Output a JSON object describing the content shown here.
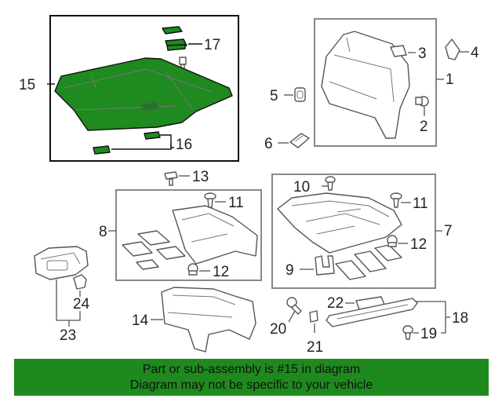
{
  "callouts": {
    "c1": "1",
    "c2": "2",
    "c3": "3",
    "c4": "4",
    "c5": "5",
    "c6": "6",
    "c7": "7",
    "c8": "8",
    "c9": "9",
    "c10": "10",
    "c11a": "11",
    "c11b": "11",
    "c12a": "12",
    "c12b": "12",
    "c13": "13",
    "c14": "14",
    "c15": "15",
    "c16": "16",
    "c17": "17",
    "c18": "18",
    "c19": "19",
    "c20": "20",
    "c21": "21",
    "c22": "22",
    "c23": "23",
    "c24": "24"
  },
  "highlight_color": "#1f8a1f",
  "footer": {
    "line1": "Part or sub-assembly is #15 in diagram",
    "line2": "Diagram may not be specific to your vehicle"
  }
}
